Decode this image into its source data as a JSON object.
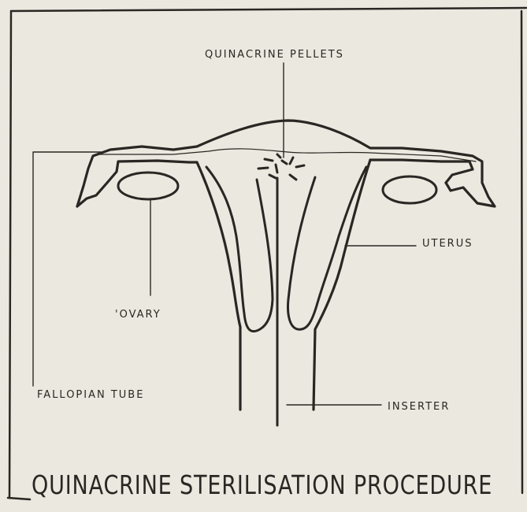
{
  "labels": {
    "pellets": "QUINACRINE PELLETS",
    "uterus": "UTERUS",
    "ovary": "'OVARY",
    "fallopian_tube": "FALLOPIAN TUBE",
    "inserter": "INSERTER"
  },
  "title": "QUINACRINE STERILISATION PROCEDURE",
  "colors": {
    "ink": "#2a2623",
    "paper": "#ebe8df"
  }
}
